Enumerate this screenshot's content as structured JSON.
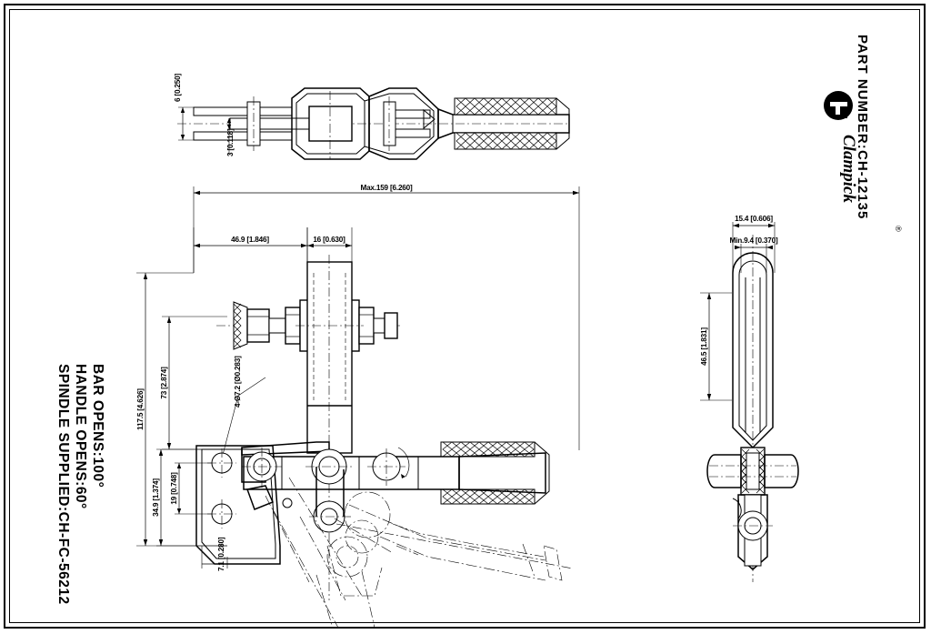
{
  "drawing": {
    "title_block": {
      "part_number_label": "PART NUMBER:",
      "part_number_value": "CH-12135",
      "brand": "Clampick",
      "registered_mark": "®"
    },
    "notes": [
      "BAR OPENS:100°",
      "HANDLE OPENS:60°",
      "SPINDLE SUPPLIED:CH-FC-56212"
    ],
    "dimensions": {
      "top_view": [
        {
          "id": "dim-6",
          "text": "6 [0.250]"
        },
        {
          "id": "dim-3",
          "text": "3 [0.118]"
        }
      ],
      "front_view": [
        {
          "id": "dim-max-159",
          "text": "Max.159 [6.260]"
        },
        {
          "id": "dim-46-9",
          "text": "46.9 [1.846]"
        },
        {
          "id": "dim-16",
          "text": "16 [0.630]"
        },
        {
          "id": "dim-73",
          "text": "73 [2.874]"
        },
        {
          "id": "dim-117-5",
          "text": "117.5 [4.626]"
        },
        {
          "id": "dim-19",
          "text": "19 [0.748]"
        },
        {
          "id": "dim-34-9",
          "text": "34.9 [1.374]"
        },
        {
          "id": "dim-7-1",
          "text": "7.1 [0.280]"
        },
        {
          "id": "dim-holes",
          "text": "4-Ø7.2 [Ø0.283]"
        }
      ],
      "side_view": [
        {
          "id": "dim-15-4",
          "text": "15.4 [0.606]"
        },
        {
          "id": "dim-min-9-4",
          "text": "Min.9.4 [0.370]"
        },
        {
          "id": "dim-46-5",
          "text": "46.5 [1.831]"
        }
      ]
    },
    "colors": {
      "line": "#000000",
      "paper": "#ffffff"
    }
  }
}
